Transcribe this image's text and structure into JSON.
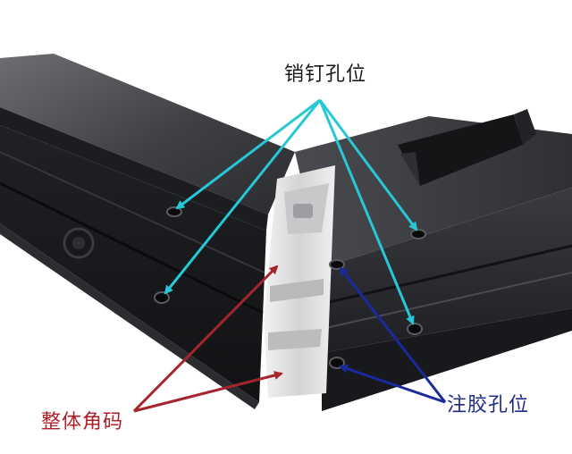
{
  "labels": {
    "pin_holes": "销钉孔位",
    "glue_holes": "注胶孔位",
    "corner_code": "整体角码"
  },
  "colors": {
    "pin_arrow": "#27c8d6",
    "glue_arrow": "#1a2a9e",
    "corner_arrow": "#a5252c",
    "profile_dark": "#2a2b2f",
    "corner_bracket": "#e3e3e3"
  }
}
